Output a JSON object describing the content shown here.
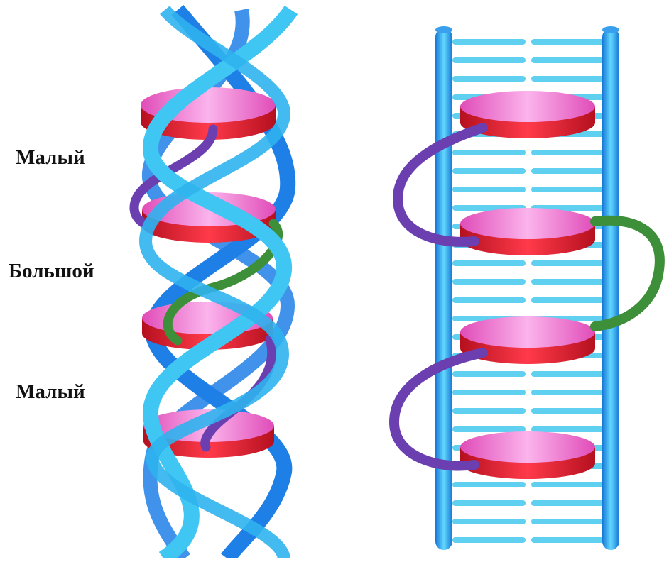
{
  "labels": {
    "minor_top": "Малый",
    "major": "Большой",
    "minor_bottom": "Малый"
  },
  "colors": {
    "strand_dark": "#1e7fe6",
    "strand_light": "#3fc6f2",
    "base_pair": "#5fd0ef",
    "disc_top": "#f07ad0",
    "disc_side": "#e0192e",
    "loop_minor": "#6b3fb0",
    "loop_major": "#3e8f3a"
  },
  "icons": [
    "double-helix-icon",
    "ladder-dna-icon",
    "histone-disc-icon"
  ]
}
